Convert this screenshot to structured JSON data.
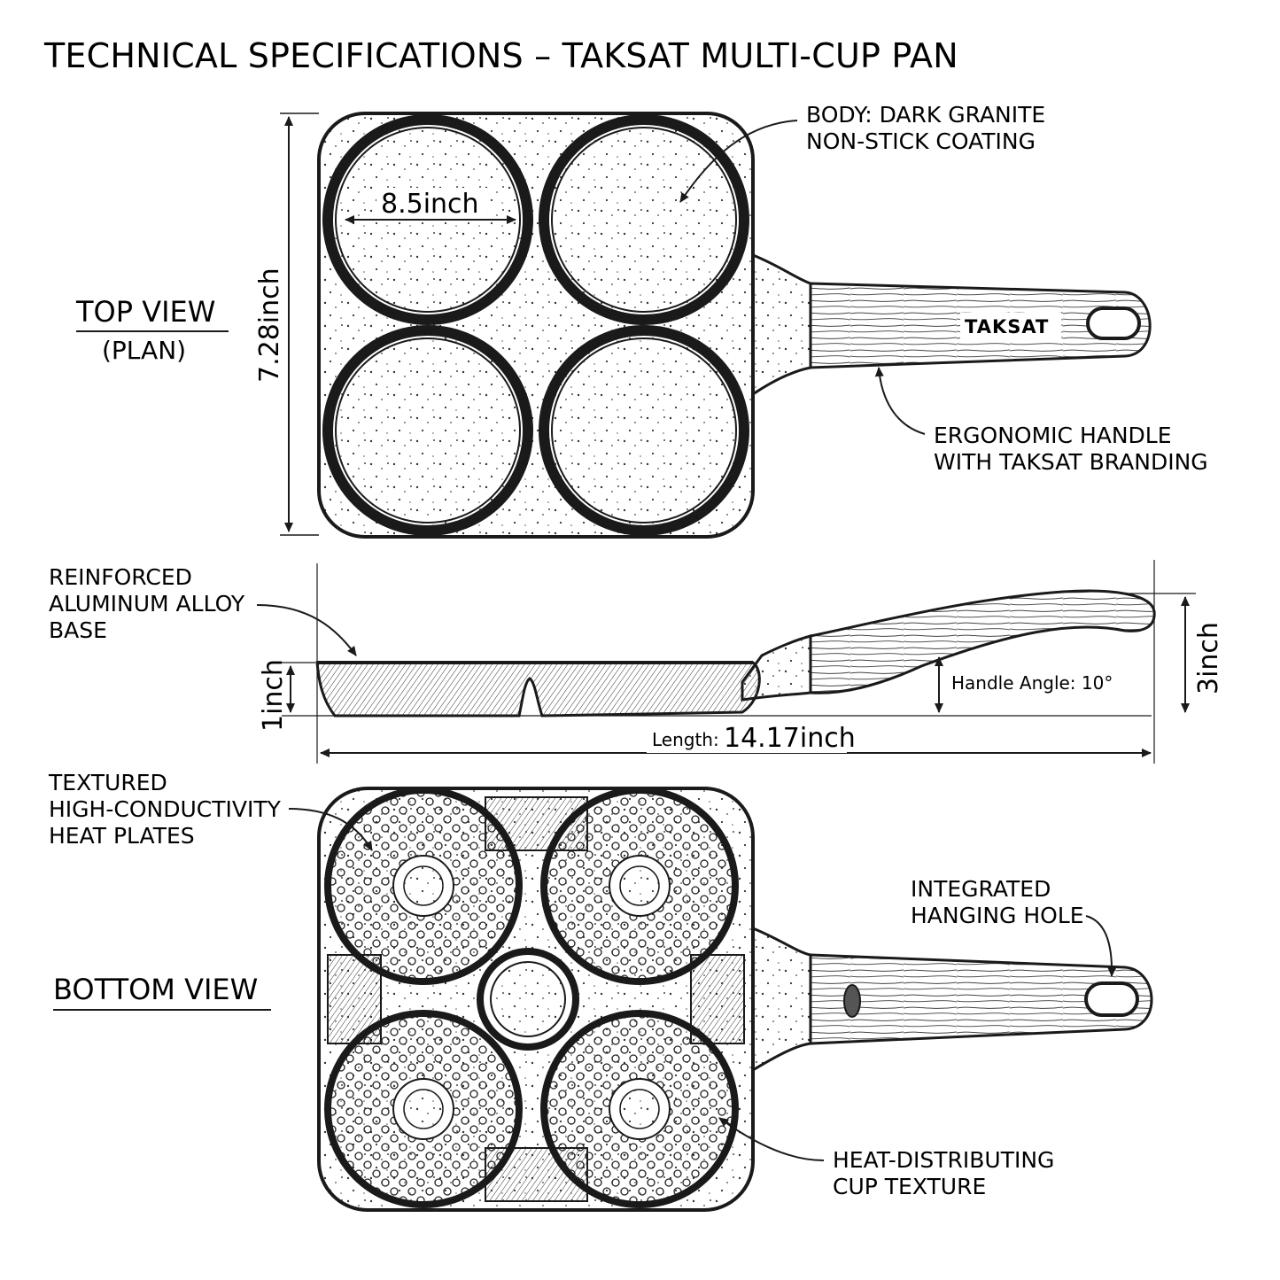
{
  "title": "TECHNICAL SPECIFICATIONS – TAKSAT MULTI-CUP PAN",
  "views": {
    "top": {
      "label": "TOP VIEW",
      "sublabel": "(PLAN)"
    },
    "bottom": {
      "label": "BOTTOM VIEW"
    }
  },
  "dimensions": {
    "cup_diameter": "8.5inch",
    "width": "7.28inch",
    "height": "1inch",
    "handle_rise": "3inch",
    "length_prefix": "Length:",
    "length": "14.17inch",
    "handle_angle": "Handle Angle: 10°"
  },
  "brand": "TAKSAT",
  "annotations": {
    "body": [
      "BODY: DARK GRANITE",
      "NON-STICK COATING"
    ],
    "handle": [
      "ERGONOMIC HANDLE",
      "WITH TAKSAT BRANDING"
    ],
    "base": [
      "REINFORCED",
      "ALUMINUM ALLOY",
      "BASE"
    ],
    "plates": [
      "TEXTURED",
      "HIGH-CONDUCTIVITY",
      "HEAT PLATES"
    ],
    "hole": [
      "INTEGRATED",
      "HANGING HOLE"
    ],
    "cup_texture": [
      "HEAT-DISTRIBUTING",
      "CUP TEXTURE"
    ]
  },
  "colors": {
    "ink": "#1a1a1a",
    "paper": "#ffffff"
  }
}
